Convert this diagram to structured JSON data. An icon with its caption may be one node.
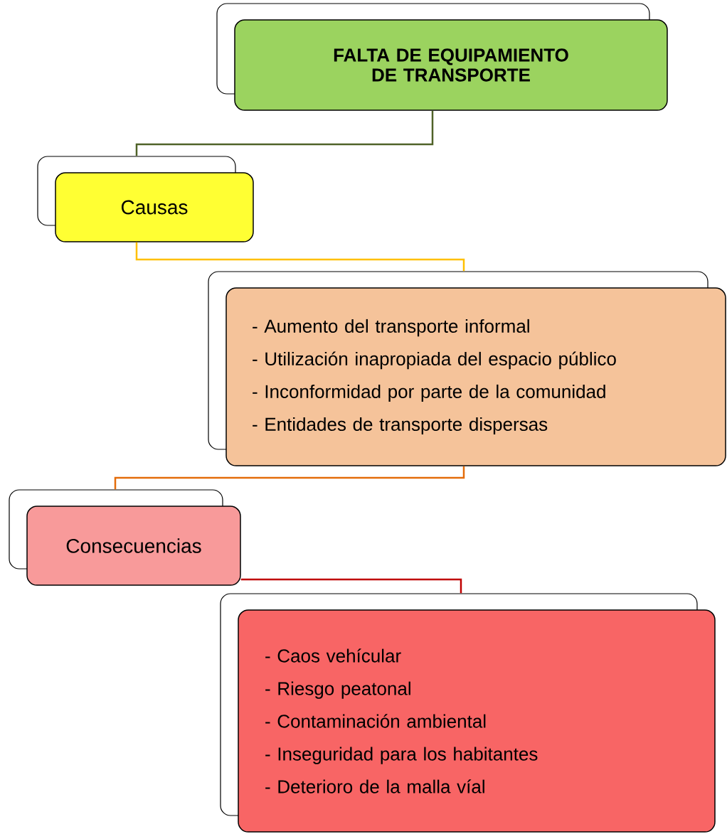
{
  "diagram": {
    "nodes": [
      {
        "text": [
          "FALTA DE EQUIPAMIENTO DE TRANSPORTE"
        ]
      },
      {
        "text": [
          "Causas"
        ]
      },
      {
        "text": [
          "- Aumento del transporte informal",
          "- Utilización inapropiada del espacio público",
          "- Inconformidad por parte de la comunidad",
          "- Entidades de transporte dispersas"
        ]
      },
      {
        "text": [
          "Consecuencias"
        ]
      },
      {
        "text": [
          "- Caos vehícular",
          "- Riesgo peatonal",
          "- Contaminación ambiental",
          "- Inseguridad para los habitantes",
          "- Deterioro de la malla víal"
        ]
      }
    ],
    "edges": [
      {
        "from": 0,
        "to": 1,
        "arrow": "none",
        "color": "#4f6228"
      },
      {
        "from": 1,
        "to": 2,
        "arrow": "none",
        "color": "#ffc000"
      },
      {
        "from": 2,
        "to": 3,
        "arrow": "none",
        "color": "#e46c0a"
      },
      {
        "from": 3,
        "to": 4,
        "arrow": "none",
        "color": "#c00000"
      }
    ]
  }
}
